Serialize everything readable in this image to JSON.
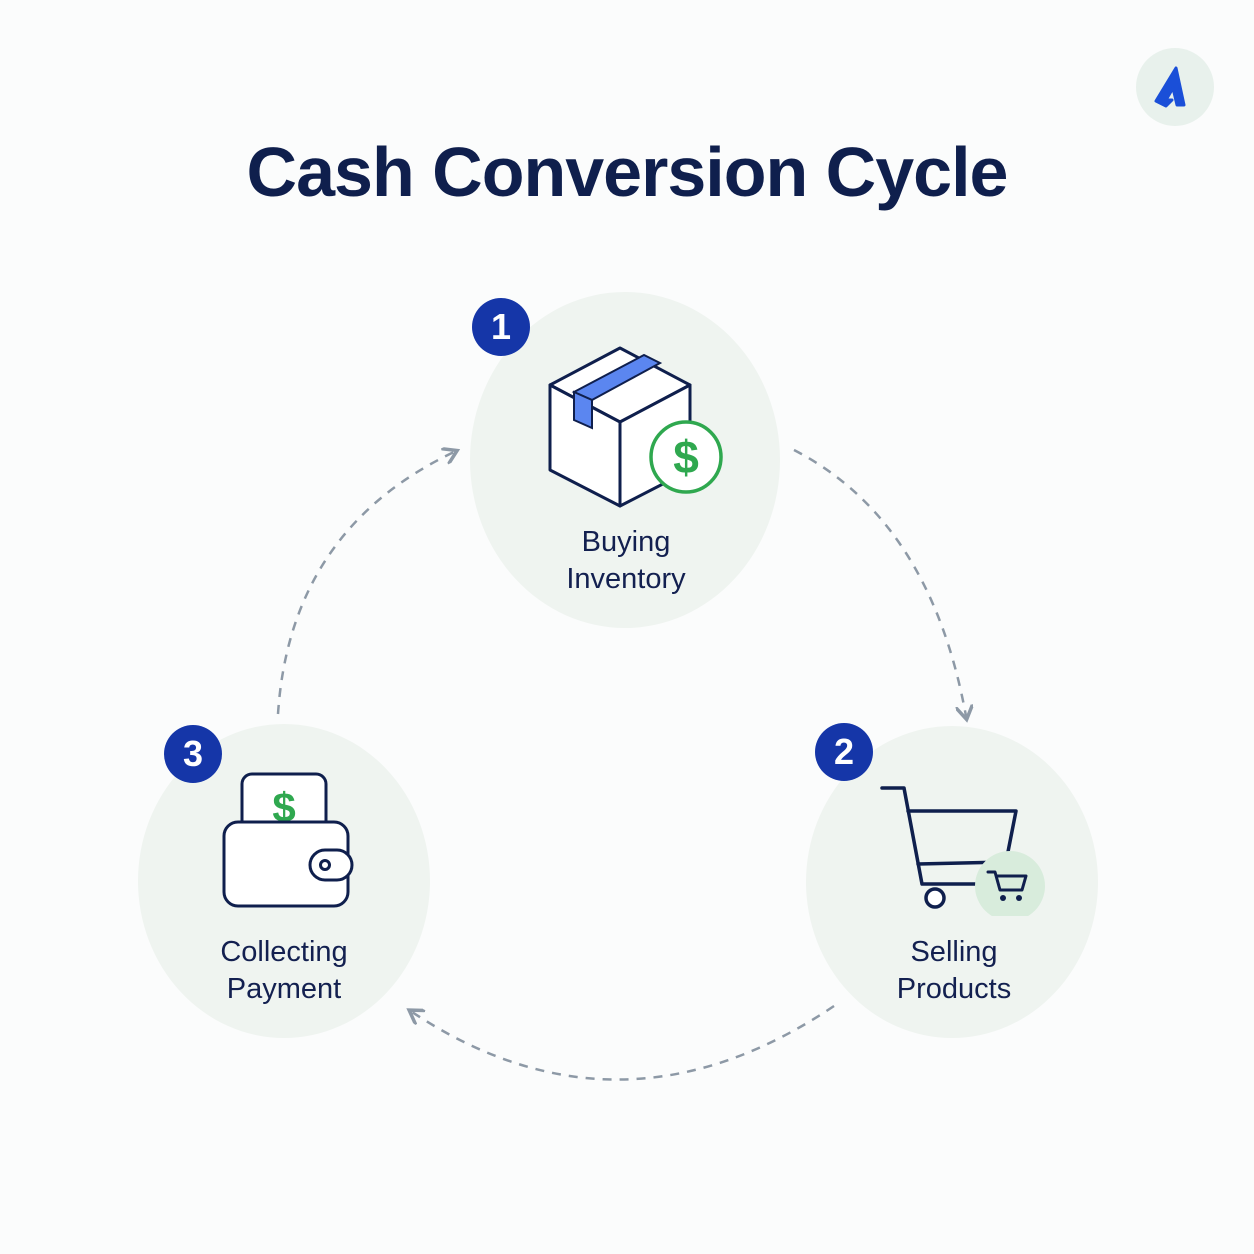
{
  "title": "Cash Conversion Cycle",
  "colors": {
    "navy": "#0f1f4d",
    "badge_blue": "#1536a8",
    "accent_blue": "#5b86f0",
    "green": "#2fa84f",
    "node_fill": "#eff4f0",
    "arrow_gray": "#8d99a6"
  },
  "logo": {
    "icon": "brand-logo-icon"
  },
  "steps": [
    {
      "number": "1",
      "line1": "Buying",
      "line2": "Inventory",
      "icon": "box-with-dollar-icon"
    },
    {
      "number": "2",
      "line1": "Selling",
      "line2": "Products",
      "icon": "shopping-cart-icon"
    },
    {
      "number": "3",
      "line1": "Collecting",
      "line2": "Payment",
      "icon": "wallet-with-dollar-icon"
    }
  ],
  "currency_symbol": "$"
}
